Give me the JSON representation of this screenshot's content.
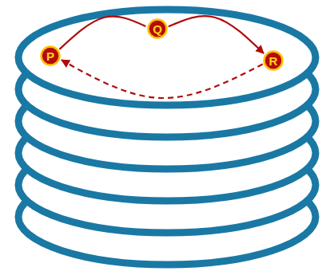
{
  "diagram": {
    "nodes": [
      {
        "text": [
          "P"
        ]
      },
      {
        "text": [
          "Q"
        ]
      },
      {
        "text": [
          "R"
        ]
      }
    ],
    "edges": [
      {
        "from": 0,
        "to": 1,
        "arrow": "none"
      },
      {
        "from": 1,
        "to": 2,
        "arrow": "to"
      },
      {
        "from": 2,
        "to": 0,
        "arrow": "to"
      }
    ]
  }
}
